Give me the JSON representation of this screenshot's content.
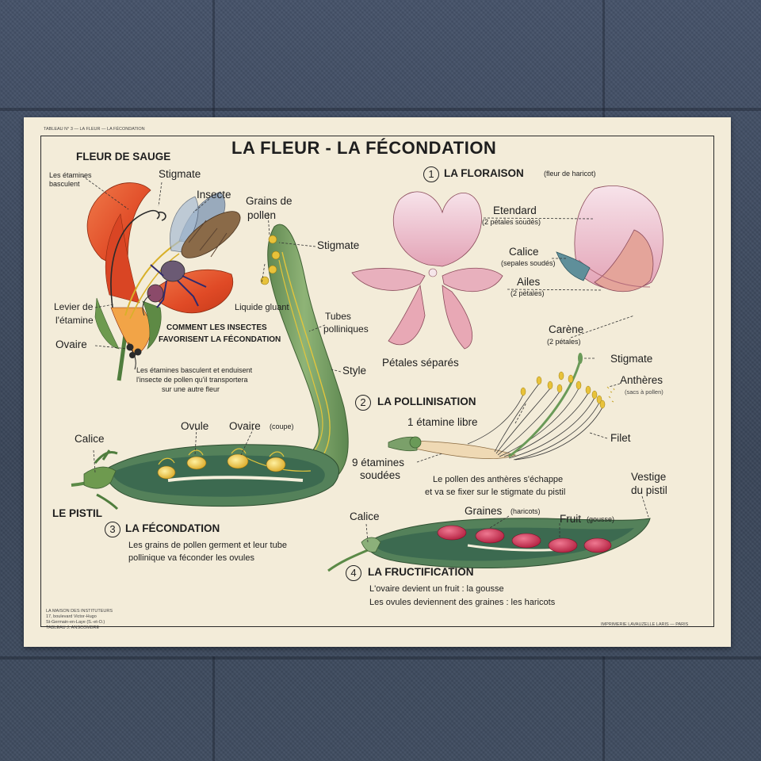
{
  "poster": {
    "header_small": "TABLEAU N° 3 — LA FLEUR — LA FÉCONDATION",
    "title": "LA FLEUR -  LA FÉCONDATION",
    "sauge": {
      "title": "FLEUR DE SAUGE",
      "etamines_basculent": "Les étamines basculent",
      "stigmate": "Stigmate",
      "insecte": "Insecte",
      "levier_line1": "Levier de",
      "levier_line2": "l'étamine",
      "ovaire": "Ovaire",
      "comment_line1": "COMMENT LES INSECTES",
      "comment_line2": "FAVORISENT LA FÉCONDATION",
      "desc_line1": "Les étamines basculent et enduisent",
      "desc_line2": "l'insecte de pollen qu'il transportera",
      "desc_line3": "sur une autre fleur"
    },
    "pistil": {
      "grains_line1": "Grains de",
      "grains_line2": "pollen",
      "stigmate": "Stigmate",
      "liquide": "Liquide gluant",
      "tubes_line1": "Tubes",
      "tubes_line2": "polliniques",
      "style": "Style",
      "ovule": "Ovule",
      "ovaire": "Ovaire",
      "coupe": "(coupe)",
      "calice": "Calice",
      "le_pistil": "LE PISTIL"
    },
    "fecondation": {
      "number": "3",
      "title": "LA FÉCONDATION",
      "desc_line1": "Les grains de pollen germent et leur tube",
      "desc_line2": "pollinique va féconder les ovules"
    },
    "floraison": {
      "number": "1",
      "title": "LA FLORAISON",
      "subtitle": "(fleur de haricot)",
      "etendard": "Etendard",
      "etendard_sub": "(2 pétales soudés)",
      "calice": "Calice",
      "calice_sub": "(sepales soudés)",
      "ailes": "Ailes",
      "ailes_sub": "(2 pétales)",
      "carene": "Carène",
      "carene_sub": "(2 pétales)",
      "petales_separes": "Pétales séparés"
    },
    "pollinisation": {
      "number": "2",
      "title": "LA POLLINISATION",
      "stigmate": "Stigmate",
      "antheres": "Anthères",
      "antheres_sub": "(sacs à pollen)",
      "etamine_libre": "1 étamine libre",
      "filet": "Filet",
      "soudees_line1": "9 étamines",
      "soudees_line2": "soudées",
      "desc_line1": "Le pollen des anthères s'échappe",
      "desc_line2": "et va se fixer sur le stigmate du pistil"
    },
    "fructification": {
      "number": "4",
      "title": "LA FRUCTIFICATION",
      "calice": "Calice",
      "graines": "Graines",
      "graines_sub": "(haricots)",
      "fruit": "Fruit",
      "fruit_sub": "(gousse)",
      "vestige_line1": "Vestige",
      "vestige_line2": "du pistil",
      "desc_line1": "L'ovaire devient un fruit : la gousse",
      "desc_line2": "Les ovules deviennent des graines : les haricots"
    },
    "footer_left_line1": "LA MAISON DES INSTITUTEURS",
    "footer_left_line2": "17, boulevard Victor-Hugo",
    "footer_left_line3": "St-Germain-en-Laye (S.-et-O.)",
    "footer_left_line4": "TABLEAU J. ANSCOMBRE",
    "footer_right": "IMPRIMERIE LAVAUZELLE LARIS — PARIS"
  },
  "colors": {
    "paper": "#f3ecd9",
    "salvia_red": "#e4532c",
    "pistil_green": "#6f9a5c",
    "ovary_dark": "#3e6b54",
    "bean_pink": "#e8b7c4",
    "seed_red": "#c8294a",
    "pollen_yellow": "#e8c23a"
  }
}
